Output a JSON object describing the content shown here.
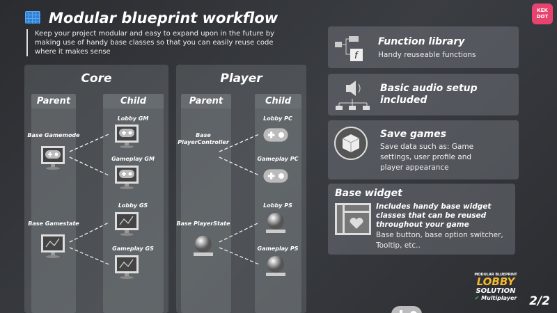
{
  "header": {
    "title": "Modular blueprint workflow",
    "description": "Keep your project modular and easy to expand upon in the future by making use of handy base classes so that you can easily reuse code where it makes sense"
  },
  "core": {
    "title": "Core",
    "parent_label": "Parent",
    "child_label": "Child",
    "parents": [
      "Base Gamemode",
      "Base Gamestate"
    ],
    "children": [
      "Lobby GM",
      "Gameplay GM",
      "Lobby GS",
      "Gameplay GS"
    ]
  },
  "player": {
    "title": "Player",
    "parent_label": "Parent",
    "child_label": "Child",
    "parents": [
      "Base PlayerController",
      "Base PlayerState"
    ],
    "children": [
      "Lobby PC",
      "Gameplay PC",
      "Lobby PS",
      "Gameplay PS"
    ]
  },
  "features": [
    {
      "title": "Function library",
      "subtitle": "Handy reuseable functions"
    },
    {
      "title": "Basic audio setup included"
    },
    {
      "title": "Save games",
      "subtitle": "Save data such as: Game settings, user profile and player appearance"
    },
    {
      "title": "Base widget",
      "highlight": "Includes handy base widget classes that can be reused throughout your game",
      "subtitle": "Base button, base option switcher, Tooltip, etc.."
    }
  ],
  "branding": {
    "logo": "KEK DOT",
    "product_top": "MODULAR BLUEPRINT",
    "product_main": "LOBBY",
    "product_sub": "SOLUTION",
    "tag": "Multiplayer",
    "accent": "#f5b82e",
    "check": "#4cc44c"
  },
  "page_indicator": "2/2"
}
